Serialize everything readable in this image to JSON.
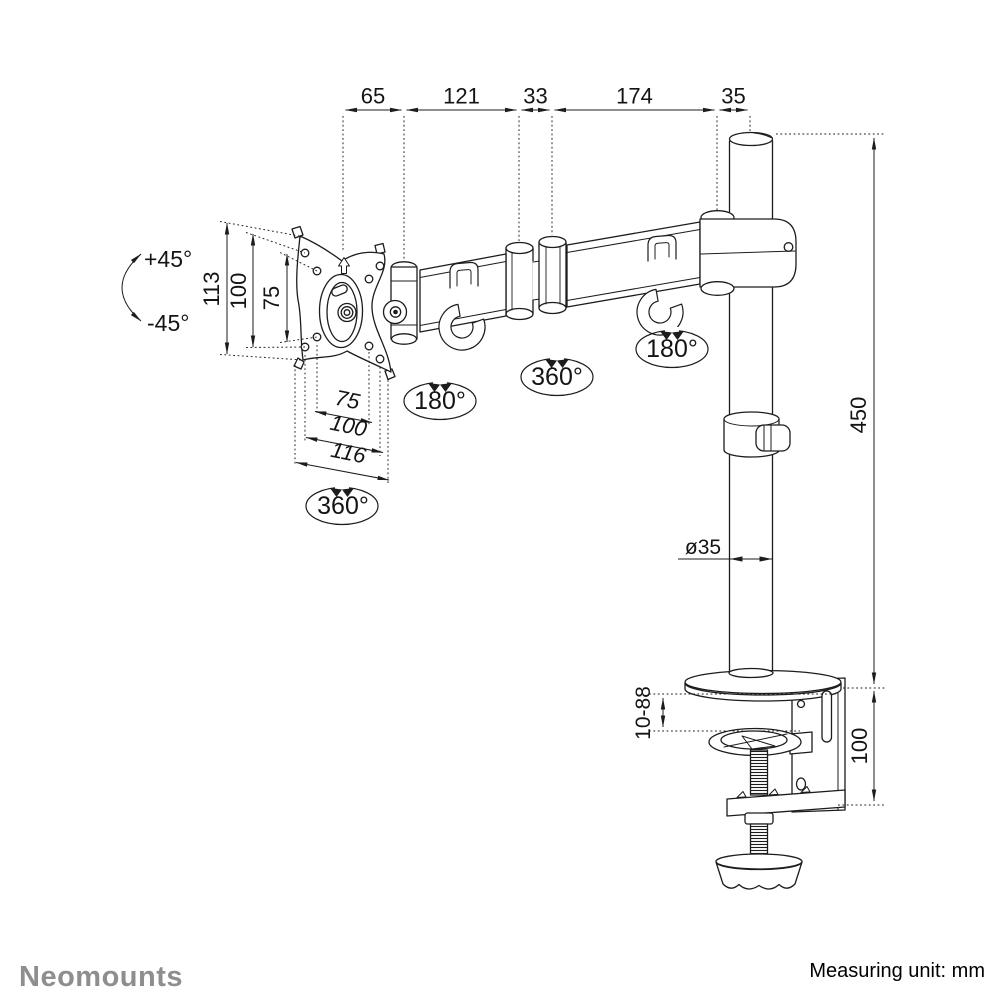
{
  "colors": {
    "line": "#1c1c1c",
    "brand_gray": "#8e8e8e",
    "background": "#ffffff"
  },
  "dimensions": {
    "top_chain": [
      "65",
      "121",
      "33",
      "174",
      "35"
    ],
    "vesa_vertical": [
      "113",
      "100",
      "75"
    ],
    "vesa_horizontal": [
      "75",
      "100",
      "116"
    ],
    "pole_height": "450",
    "clamp_body_height": "100",
    "pole_diameter": "ø35",
    "desk_thickness_range": "10-88"
  },
  "rotations": {
    "tilt_up": "+45°",
    "tilt_down": "-45°",
    "vesa_plate": "360°",
    "arm_joint_left": "180°",
    "arm_joint_middle": "360°",
    "arm_joint_pole": "180°"
  },
  "footer": {
    "brand": "Neomounts",
    "measuring_unit": "Measuring unit: mm"
  }
}
